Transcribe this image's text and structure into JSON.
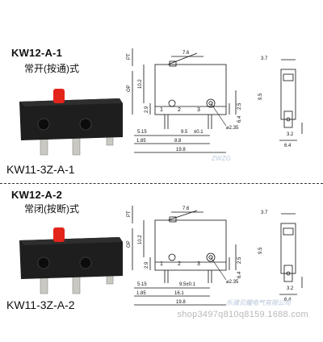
{
  "panels": [
    {
      "model": "KW12-A-1",
      "contact": "常开(按通)式",
      "part": "KW11-3Z-A-1",
      "dims": {
        "pt": "PT",
        "op": "OP",
        "lever": "7.6",
        "h1": "10.2",
        "h2": "2.9",
        "side_w": "3.7",
        "side_h": "9.5",
        "r1": "2.5",
        "r2": "6.4",
        "r3": "3.2",
        "bottom": "6.4",
        "d1": "5.15",
        "d2": "9.5",
        "d2tol": "±0.1",
        "d3": "1.85",
        "d4": "8.8",
        "d5": "19.8",
        "hole": "2.35",
        "pins": [
          "1",
          "2",
          "3"
        ]
      }
    },
    {
      "model": "KW12-A-2",
      "contact": "常闭(按断)式",
      "part": "KW11-3Z-A-2",
      "dims": {
        "pt": "PT",
        "op": "OP",
        "lever": "7.6",
        "h1": "10.2",
        "h2": "2.9",
        "side_w": "3.7",
        "side_h": "9.5",
        "r1": "2.5",
        "r2": "6.4",
        "r3": "3.2",
        "bottom": "6.4",
        "d1": "5.15",
        "d2": "9.5±0.1",
        "d2tol": "",
        "d3": "1.85",
        "d4": "16.1",
        "d5": "19.8",
        "hole": "2.35",
        "pins": [
          "1",
          "2",
          "3"
        ]
      }
    }
  ],
  "watermark": "shop3497q810q8159.1688.com",
  "watermark_mid": "乐清贝耀电气有限公司",
  "brand_mark": "ZWZG",
  "colors": {
    "body": "#1e1e1e",
    "actuator": "#e3241b",
    "pin": "#c9c9c2",
    "line": "#111111"
  }
}
